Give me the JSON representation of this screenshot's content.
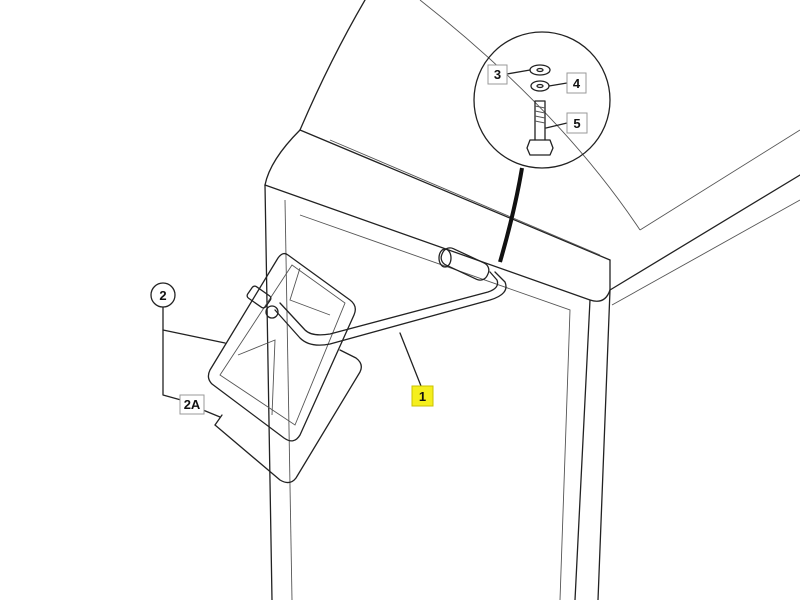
{
  "diagram": {
    "callouts": [
      {
        "id": "1",
        "label": "1",
        "highlighted": true
      },
      {
        "id": "2",
        "label": "2"
      },
      {
        "id": "2A",
        "label": "2A"
      },
      {
        "id": "3",
        "label": "3"
      },
      {
        "id": "4",
        "label": "4"
      },
      {
        "id": "5",
        "label": "5"
      }
    ],
    "highlight_color": "#f5ef1e"
  }
}
